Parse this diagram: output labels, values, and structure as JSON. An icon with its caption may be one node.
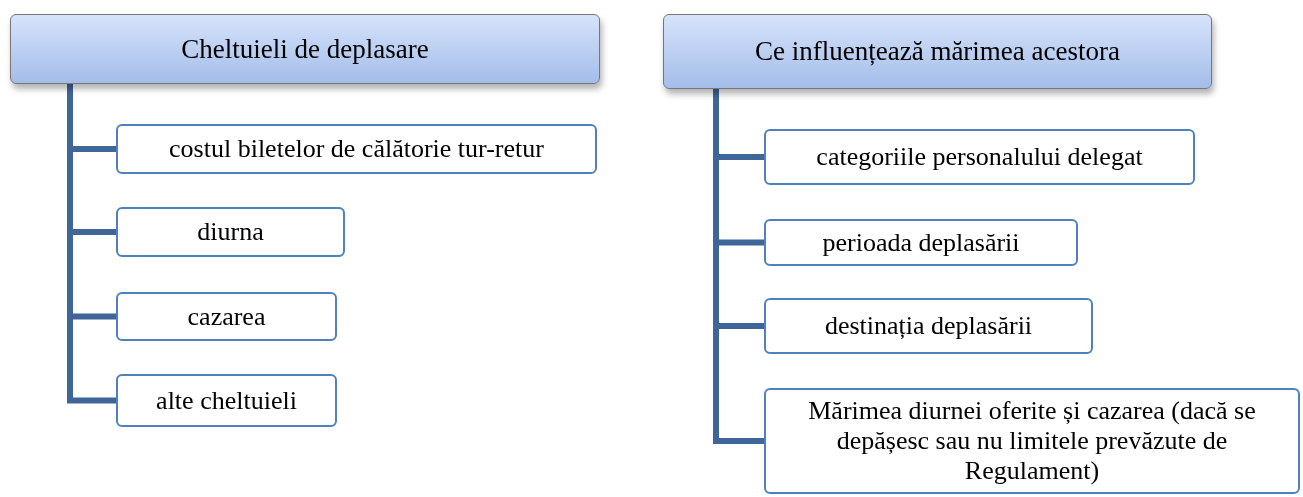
{
  "diagram": {
    "nodes": [
      {
        "text": [
          "Cheltuieli de deplasare"
        ]
      },
      {
        "text": [
          "costul biletelor de călătorie tur-retur"
        ]
      },
      {
        "text": [
          "diurna"
        ]
      },
      {
        "text": [
          "cazarea"
        ]
      },
      {
        "text": [
          "alte  cheltuieli"
        ]
      },
      {
        "text": [
          "Ce influențează mărimea acestora"
        ]
      },
      {
        "text": [
          "categoriile personalului delegat"
        ]
      },
      {
        "text": [
          "perioada deplasării"
        ]
      },
      {
        "text": [
          "destinația deplasării"
        ]
      },
      {
        "text": [
          "Mărimea diurnei oferite și cazarea (dacă se depășesc sau nu limitele prevăzute de Regulament)"
        ]
      }
    ],
    "edges": [
      {
        "from": 0,
        "to": 1,
        "arrow": "none"
      },
      {
        "from": 0,
        "to": 2,
        "arrow": "none"
      },
      {
        "from": 0,
        "to": 3,
        "arrow": "none"
      },
      {
        "from": 0,
        "to": 4,
        "arrow": "none"
      },
      {
        "from": 5,
        "to": 6,
        "arrow": "none"
      },
      {
        "from": 5,
        "to": 7,
        "arrow": "none"
      },
      {
        "from": 5,
        "to": 8,
        "arrow": "none"
      },
      {
        "from": 5,
        "to": 9,
        "arrow": "none"
      }
    ]
  }
}
